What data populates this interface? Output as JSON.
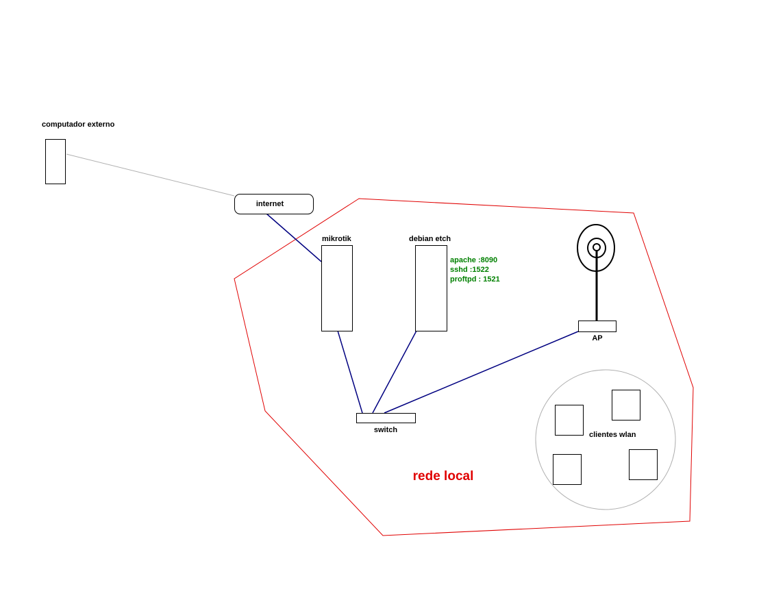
{
  "labels": {
    "external_computer": "computador externo",
    "internet": "internet",
    "mikrotik": "mikrotik",
    "debian": "debian etch",
    "services": [
      "apache :8090",
      "sshd :1522",
      "proftpd : 1521"
    ],
    "ap": "AP",
    "switch": "switch",
    "wlan_clients": "clientes wlan",
    "local_network": "rede local"
  },
  "colors": {
    "local_network": "#e00000",
    "services": "#008000",
    "links": "#000080",
    "external_link": "#b0b0b0"
  }
}
